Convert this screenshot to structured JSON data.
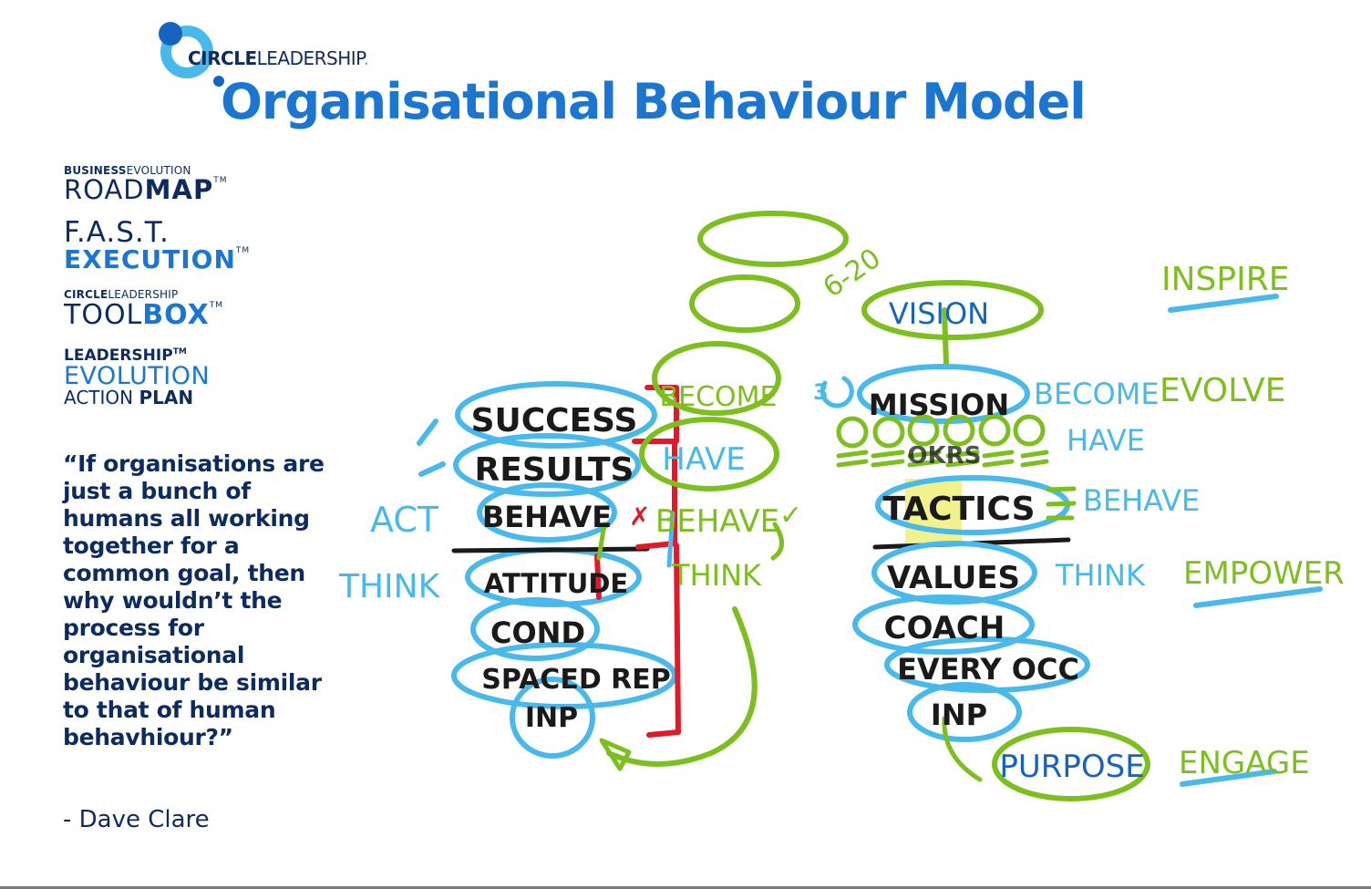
{
  "header": {
    "brand_bold": "CIRCLE",
    "brand_light": "LEADERSHIP",
    "brand_dot": ".",
    "title": "Organisational Behaviour Model"
  },
  "products": [
    {
      "small_bold": "BUSINESS",
      "small_light": "EVOLUTION",
      "big_light": "ROAD",
      "big_strong": "MAP",
      "tm": "TM"
    },
    {
      "line1": "F.A.S.T.",
      "line2": "EXECUTION",
      "tm": "TM"
    },
    {
      "small_bold": "CIRCLE",
      "small_light": "LEADERSHIP",
      "big_light": "TOOL",
      "big_strong": "BOX",
      "tm": "TM"
    },
    {
      "line1": "LEADERSHIP",
      "line1_tm": "TM",
      "line2": "EVOLUTION",
      "line3_light": "ACTION",
      "line3_strong": "PLAN"
    }
  ],
  "quote": {
    "text": "“If organisations are just a bunch of humans all working together for a common goal, then why wouldn’t the process for organisational behaviour be similar to that of human behavhiour?”",
    "author": "- Dave Clare"
  },
  "colors": {
    "navy": "#0d2b5e",
    "brand_blue": "#1b76d2",
    "light_blue": "#48b9ea",
    "green": "#7cbf1e",
    "red": "#e0192b",
    "ink": "#1a1a1a",
    "highlight": "#eef07a"
  },
  "diagram": {
    "left_stack": {
      "items": [
        "SUCCESS",
        "RESULTS",
        "BEHAVE",
        "ATTITUDE",
        "COND",
        "SPACED REP",
        "INP"
      ],
      "side_labels": {
        "act": "ACT",
        "think": "THINK"
      },
      "cross_mark": "✗"
    },
    "middle_column": {
      "range_label": "6-20",
      "become": "BECOME",
      "have": "HAVE",
      "behave": "BEHAVE",
      "check_mark": "✓",
      "think": "THINK",
      "step_number": "3"
    },
    "right_stack": {
      "items": [
        "VISION",
        "MISSION",
        "OKRS",
        "TACTICS",
        "VALUES",
        "COACH",
        "EVERY OCC",
        "INP",
        "PURPOSE"
      ],
      "side_labels": {
        "become": "BECOME",
        "have": "HAVE",
        "behave": "BEHAVE",
        "think": "THINK"
      }
    },
    "far_right_labels": [
      "INSPIRE",
      "EVOLVE",
      "EMPOWER",
      "ENGAGE"
    ]
  }
}
